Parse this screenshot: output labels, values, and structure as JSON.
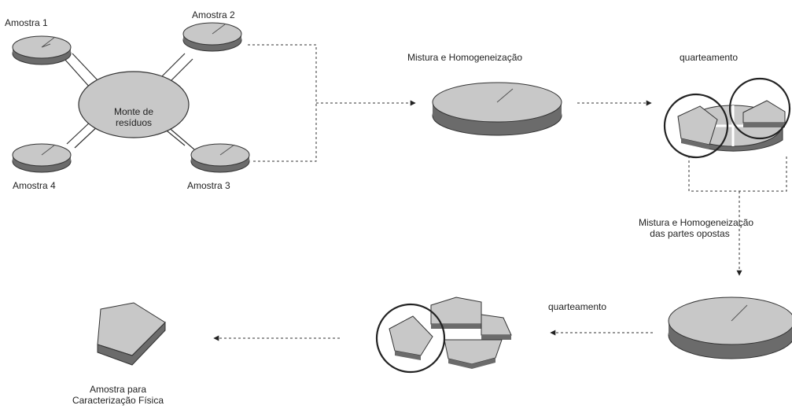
{
  "labels": {
    "amostra1": "Amostra 1",
    "amostra2": "Amostra 2",
    "amostra3": "Amostra 3",
    "amostra4": "Amostra 4",
    "monte_line1": "Monte de",
    "monte_line2": "resíduos",
    "mistura_homogeneizacao": "Mistura e Homogeneização",
    "quarteamento_top": "quarteamento",
    "mistura_partes_line1": "Mistura e Homogeneização",
    "mistura_partes_line2": "das partes opostas",
    "quarteamento_bottom": "quarteamento",
    "amostra_final_line1": "Amostra para",
    "amostra_final_line2": "Caracterização Física"
  },
  "colors": {
    "disc_top": "#c8c8c8",
    "disc_side": "#6b6b6b",
    "outline": "#333333",
    "background": "#ffffff"
  }
}
